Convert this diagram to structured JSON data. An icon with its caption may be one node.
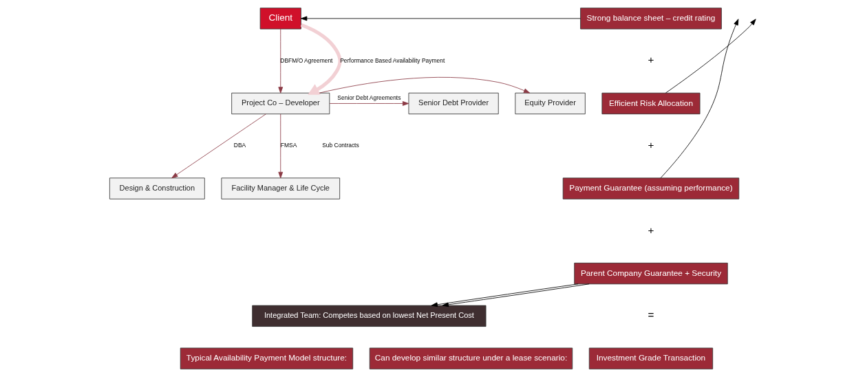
{
  "diagram": {
    "nodes": [
      {
        "text": [
          "Client"
        ]
      },
      {
        "text": [
          "Project Co – Developer"
        ]
      },
      {
        "text": [
          "Equity Provider"
        ]
      },
      {
        "text": [
          "Senior Debt Provider"
        ]
      },
      {
        "text": [
          "Design & Construction"
        ]
      },
      {
        "text": [
          "Facility Manager & Life Cycle"
        ]
      },
      {
        "text": [
          "Integrated Team: Competes based on lowest Net Present Cost"
        ]
      },
      {
        "text": [
          "Strong balance sheet – credit rating"
        ]
      },
      {
        "text": [
          "Efficient Risk Allocation"
        ]
      },
      {
        "text": [
          "Payment Guarantee (assuming performance)"
        ]
      },
      {
        "text": [
          "Parent Company Guarantee + Security"
        ]
      },
      {
        "text": [
          "Investment Grade Transaction"
        ]
      },
      {
        "text": [
          "Typical Availability Payment Model structure:"
        ]
      },
      {
        "text": [
          "Can develop similar structure under a lease scenario:"
        ]
      }
    ],
    "edges": [
      {
        "from": 0,
        "to": 1,
        "arrow": "to",
        "label": "DBFM/O Agreement"
      },
      {
        "from": 0,
        "to": 1,
        "arrow": "to",
        "label": "Performance Based Availability Payment",
        "style": "thick",
        "color": "#f2d0d4"
      },
      {
        "from": 1,
        "to": 2,
        "arrow": "to"
      },
      {
        "from": 1,
        "to": 3,
        "arrow": "to",
        "label": "Senior Debt Agreements"
      },
      {
        "from": 1,
        "to": 4,
        "arrow": "to",
        "label": "DBA"
      },
      {
        "from": 1,
        "to": 5,
        "arrow": "to",
        "label": "FMSA"
      },
      {
        "from": 7,
        "to": 0,
        "arrow": "to",
        "color": "#000000"
      },
      {
        "from": 8,
        "to": null,
        "arrow": "to",
        "color": "#000000"
      },
      {
        "from": 9,
        "to": null,
        "arrow": "to",
        "color": "#000000"
      },
      {
        "from": 10,
        "to": 6,
        "arrow": "to",
        "color": "#000000"
      },
      {
        "from": 10,
        "to": 6,
        "arrow": "to",
        "color": "#000000"
      }
    ],
    "labels": [
      "Sub Contracts",
      "+",
      "+",
      "+",
      "="
    ]
  }
}
